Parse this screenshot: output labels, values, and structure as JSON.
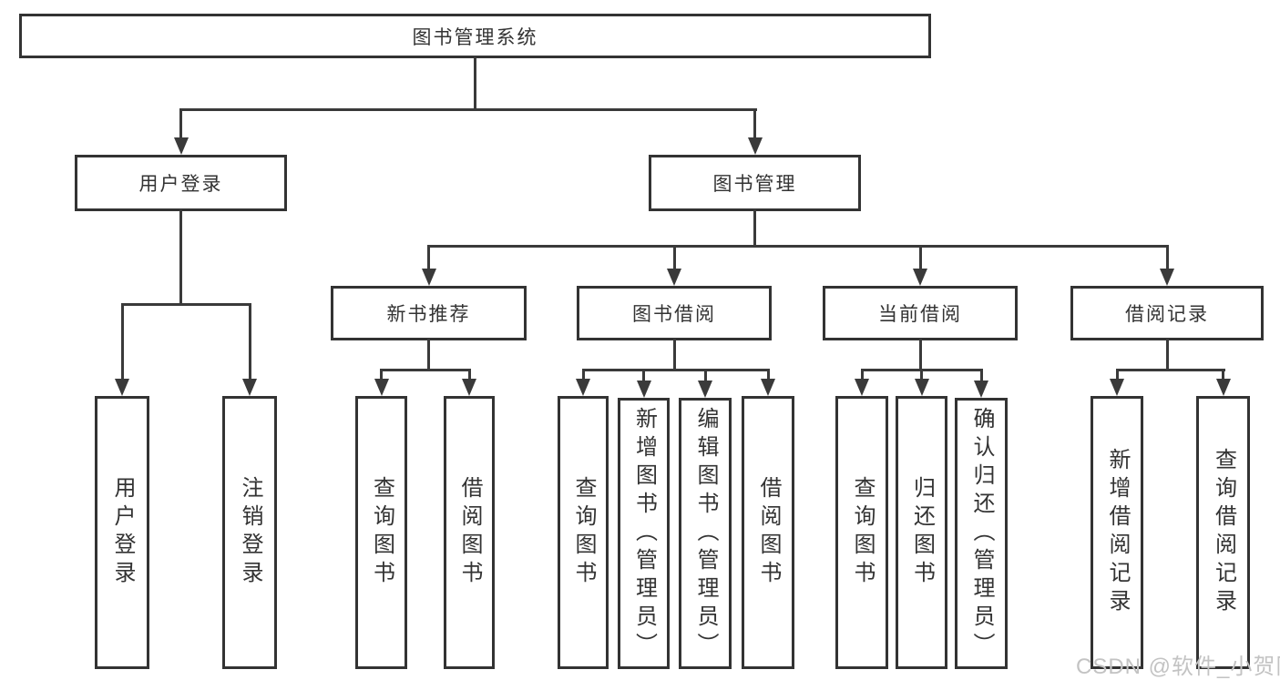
{
  "diagram": {
    "title": "图书管理系统",
    "root": "图书管理系统",
    "level2": [
      "用户登录",
      "图书管理"
    ],
    "level3": [
      "新书推荐",
      "图书借阅",
      "当前借阅",
      "借阅记录"
    ],
    "leaves": [
      "用户登录",
      "注销登录",
      "查询图书",
      "借阅图书",
      "查询图书",
      "新增图书（管理员）",
      "编辑图书（管理员）",
      "借阅图书",
      "查询图书",
      "归还图书",
      "确认归还（管理员）",
      "新增借阅记录",
      "查询借阅记录"
    ],
    "line_color": "#3a3a3a",
    "box_border_color": "#333333"
  },
  "watermark": {
    "text": "CSDN @软件_小贺同学",
    "color": "#c3c3c3"
  }
}
